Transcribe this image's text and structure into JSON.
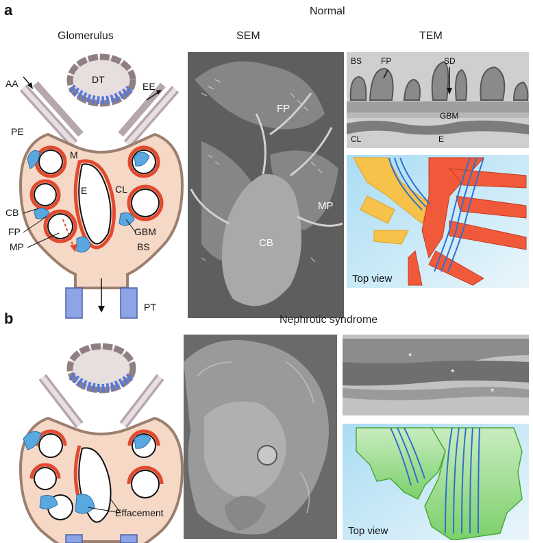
{
  "panel_a": {
    "letter": "a",
    "title": "Normal",
    "col_glomerulus": "Glomerulus",
    "col_sem": "SEM",
    "col_tem": "TEM",
    "glom_labels": {
      "aa": "AA",
      "dt": "DT",
      "ee": "EE",
      "pe": "PE",
      "m": "M",
      "e": "E",
      "cl": "CL",
      "cb": "CB",
      "gbm": "GBM",
      "fp": "FP",
      "bs": "BS",
      "mp": "MP",
      "pt": "PT"
    },
    "sem_labels": {
      "fp": "FP",
      "mp": "MP",
      "cb": "CB"
    },
    "tem_labels": {
      "bs": "BS",
      "fp": "FP",
      "sd": "SD",
      "gbm": "GBM",
      "cl": "CL",
      "e": "E"
    },
    "top_view": "Top view"
  },
  "panel_b": {
    "letter": "b",
    "title": "Nephrotic syndrome",
    "effacement": "Effacement",
    "top_view": "Top view"
  }
}
